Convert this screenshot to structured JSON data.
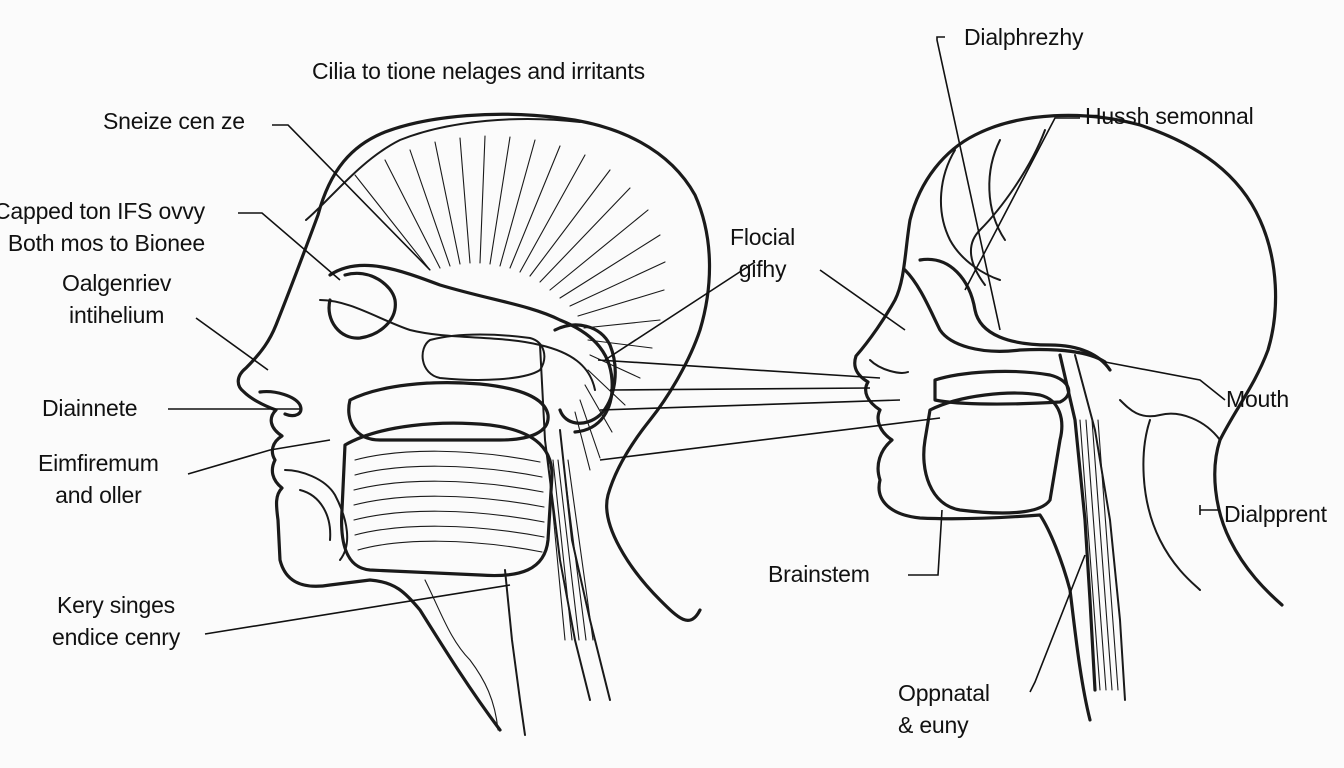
{
  "diagram": {
    "title": "Cilia to tione nelages and irritants",
    "labels": {
      "sneeze_center": "Sneize cen ze",
      "capped_line1": "Capped ton IFS ovvy",
      "capped_line2": "Both mos to Bionee",
      "oalgenriev_line1": "Oalgenriev",
      "oalgenriev_line2": "intihelium",
      "diainnete": "Diainnete",
      "eimfiremum_line1": "Eimfiremum",
      "eimfiremum_line2": "and oller",
      "kery_line1": "Kery singes",
      "kery_line2": "endice cenry",
      "flocial_line1": "Flocial",
      "flocial_line2": "gifhy",
      "dialphrezhy": "Dialphrezhy",
      "hussh": "Hussh semonnal",
      "mouth": "Mouth",
      "dialpprent": "Dialpprent",
      "brainstem": "Brainstem",
      "oppnatal_line1": "Oppnatal",
      "oppnatal_line2": "& euny"
    },
    "colors": {
      "ink": "#111111",
      "paper": "#fbfbfb"
    }
  }
}
